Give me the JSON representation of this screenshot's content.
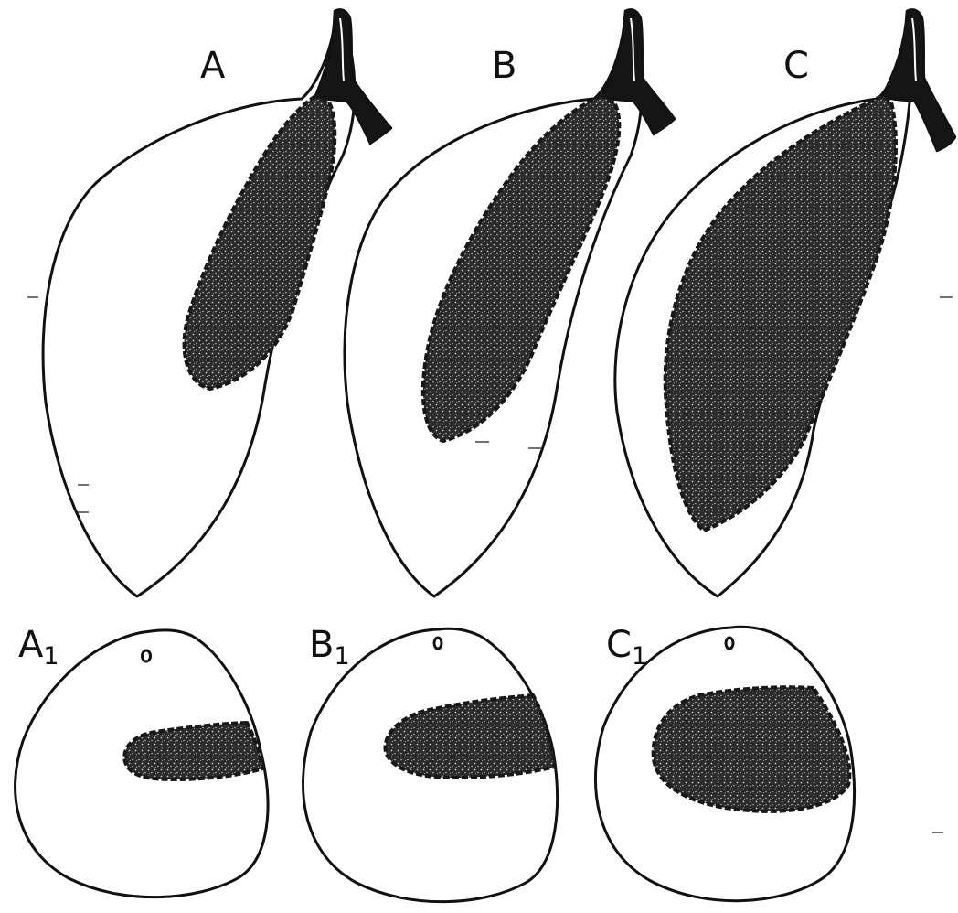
{
  "panels": [
    {
      "id": "A",
      "letter": "A",
      "sub": ""
    },
    {
      "id": "B",
      "letter": "B",
      "sub": ""
    },
    {
      "id": "C",
      "letter": "C",
      "sub": ""
    },
    {
      "id": "A1",
      "letter": "A",
      "sub": "1"
    },
    {
      "id": "B1",
      "letter": "B",
      "sub": "1"
    },
    {
      "id": "C1",
      "letter": "C",
      "sub": "1"
    }
  ],
  "colors": {
    "ink": "#111111",
    "background": "#ffffff",
    "stipple": "#151515"
  }
}
